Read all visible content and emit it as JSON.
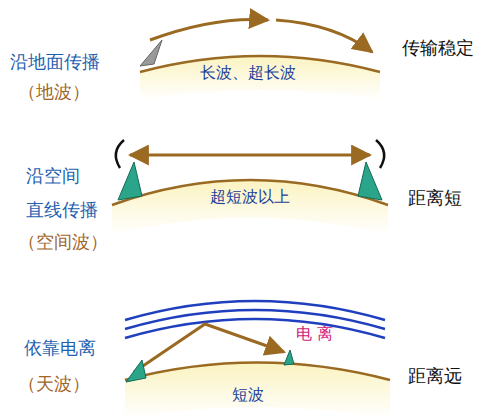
{
  "diagram": {
    "labels": [
      "沿地面传播",
      "（地波）",
      "长波、超长波",
      "传输稳定",
      "沿空间",
      "直线传播",
      "（空间波）",
      "超短波以上",
      "距离短",
      "依靠电离",
      "电 离",
      "（天波）",
      "短波",
      "距离远"
    ]
  }
}
